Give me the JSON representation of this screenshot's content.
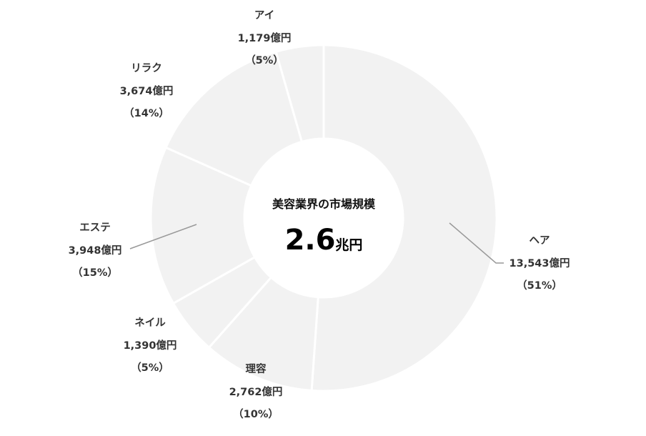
{
  "chart_data": {
    "type": "pie",
    "variant": "donut",
    "center_title": "美容業界の市場規模",
    "center_value": "2.6",
    "center_unit": "兆円",
    "unit": "億円",
    "start": "top",
    "direction": "clockwise",
    "slices": [
      {
        "name": "ヘア",
        "value": 13543,
        "value_label": "13,543億円",
        "pct_label": "（51%）"
      },
      {
        "name": "理容",
        "value": 2762,
        "value_label": "2,762億円",
        "pct_label": "（10%）"
      },
      {
        "name": "ネイル",
        "value": 1390,
        "value_label": "1,390億円",
        "pct_label": "（5%）"
      },
      {
        "name": "エステ",
        "value": 3948,
        "value_label": "3,948億円",
        "pct_label": "（15%）"
      },
      {
        "name": "リラク",
        "value": 3674,
        "value_label": "3,674億円",
        "pct_label": "（14%）"
      },
      {
        "name": "アイ",
        "value": 1179,
        "value_label": "1,179億円",
        "pct_label": "（5%）"
      }
    ],
    "colors": {
      "slice": "#f2f2f2",
      "separator": "#ffffff",
      "leader": "#999999",
      "text": "#333333"
    }
  }
}
